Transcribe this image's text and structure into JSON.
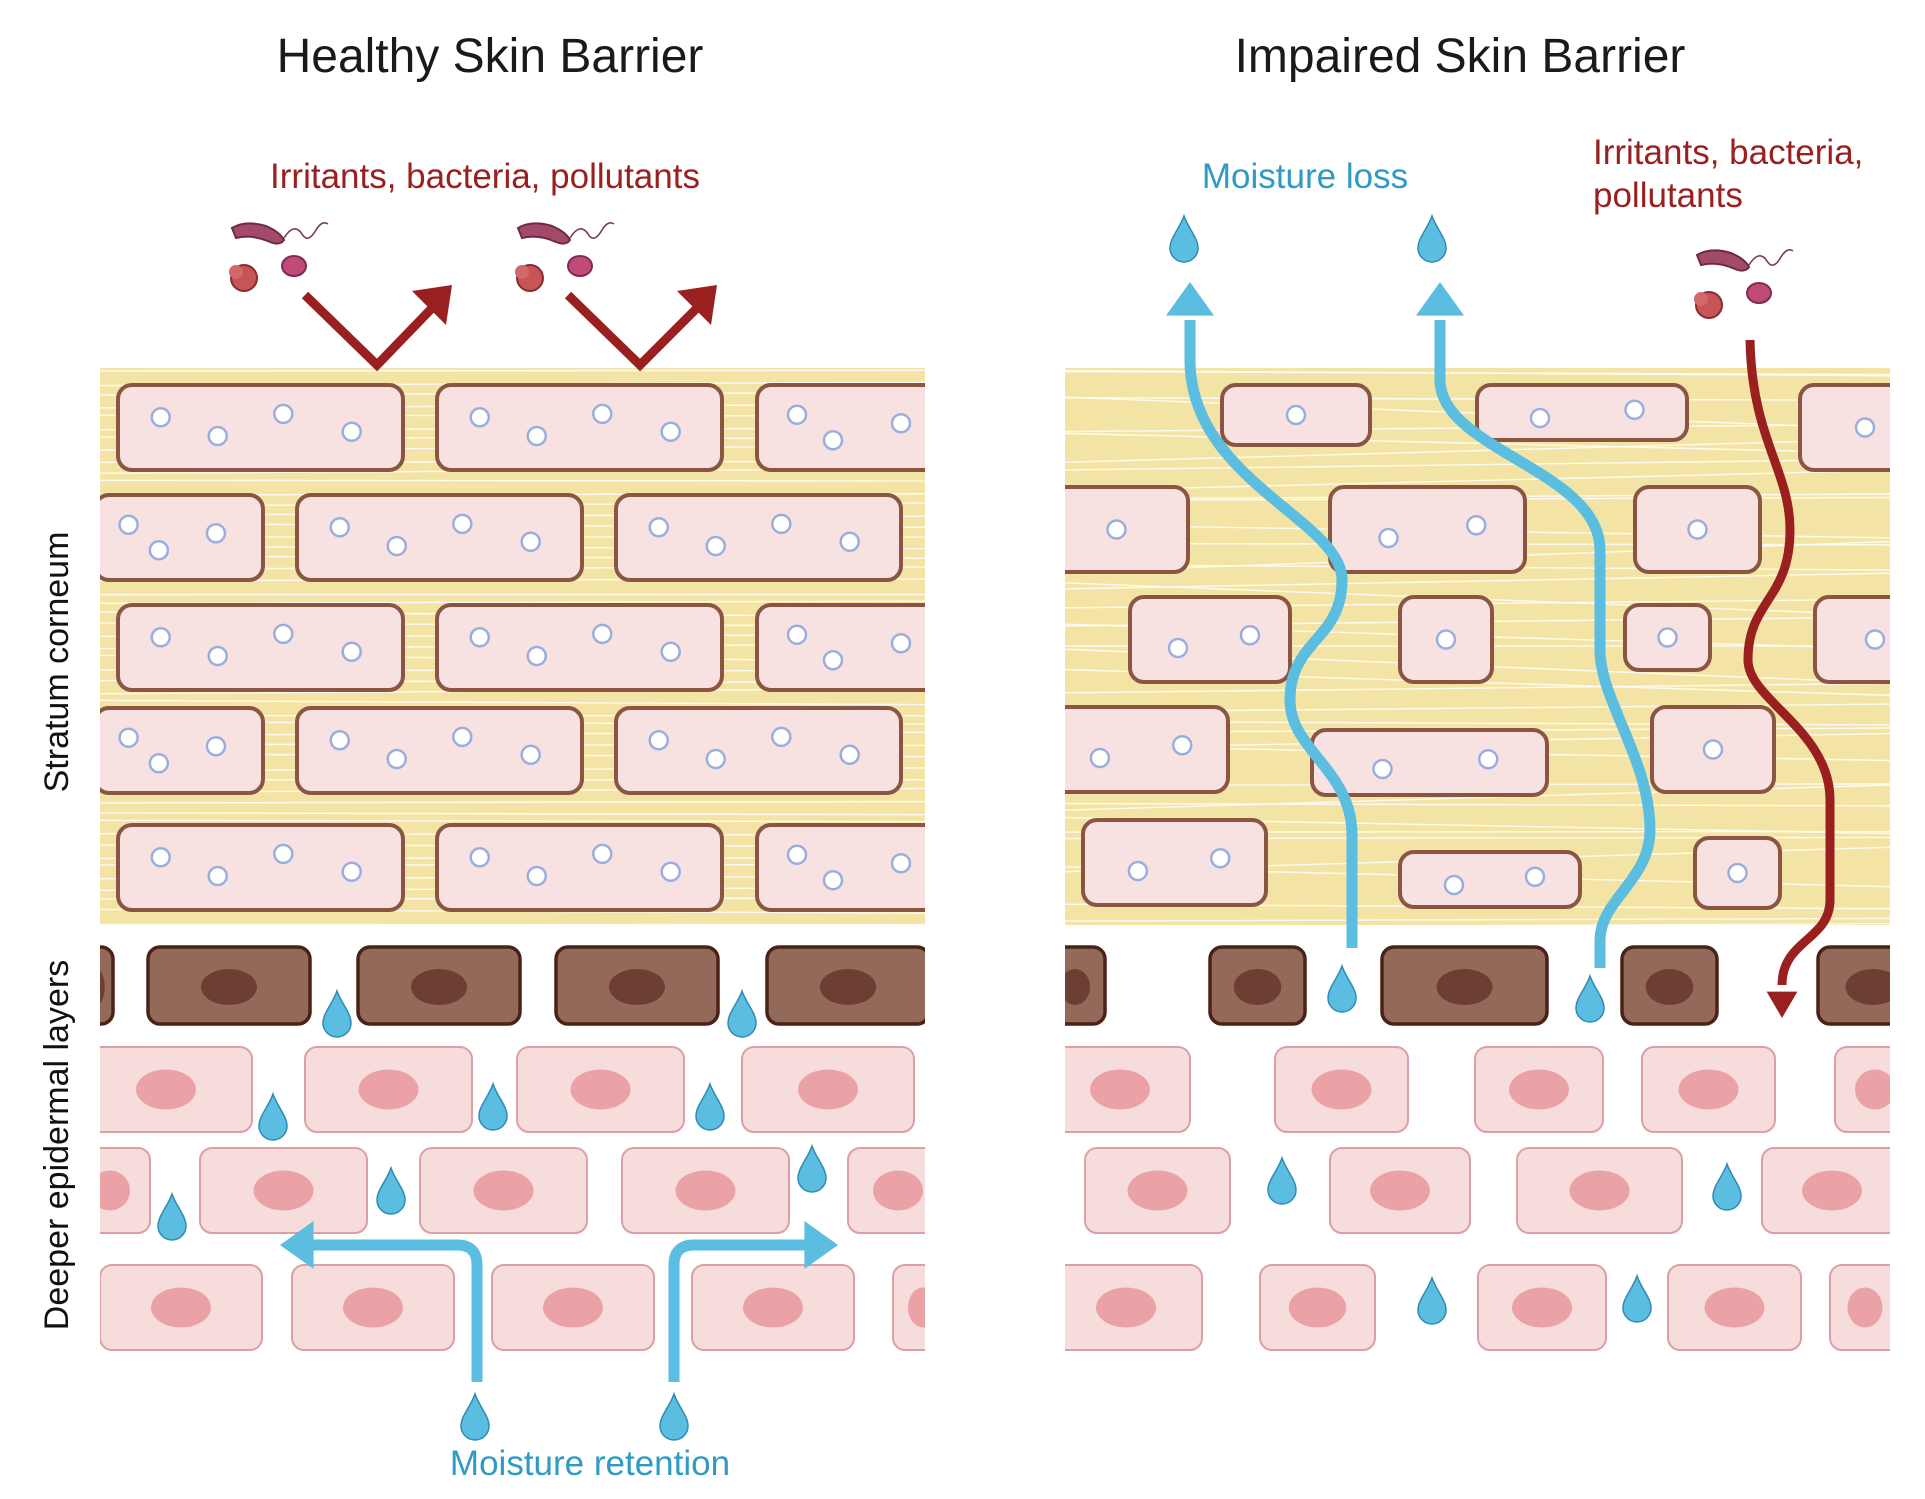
{
  "panels": {
    "healthy": {
      "title": "Healthy Skin Barrier",
      "threat_label": "Irritants, bacteria, pollutants",
      "moisture_label": "Moisture retention"
    },
    "impaired": {
      "title": "Impaired Skin Barrier",
      "moisture_label": "Moisture loss",
      "threat_label_line1": "Irritants, bacteria,",
      "threat_label_line2": "pollutants"
    }
  },
  "layer_labels": {
    "upper": "Stratum corneum",
    "lower": "Deeper epidermal layers"
  },
  "colors": {
    "lipid_matrix": "#f3e4a6",
    "corneocyte_fill": "#f8e2e1",
    "corneocyte_border": "#8b5544",
    "dark_cell_fill": "#93695a",
    "dark_cell_border": "#4a2218",
    "epidermal_cell_fill": "#f7dcdc",
    "epidermal_cell_border": "#dba0a6",
    "nucleus": "#eaa2a6",
    "water": "#5bbde0",
    "threat_arrow": "#9a2020"
  },
  "icons": {
    "droplet": "water-droplet-icon",
    "bacteria": "bacteria-icon",
    "pollutant": "pollutant-particle-icon"
  }
}
